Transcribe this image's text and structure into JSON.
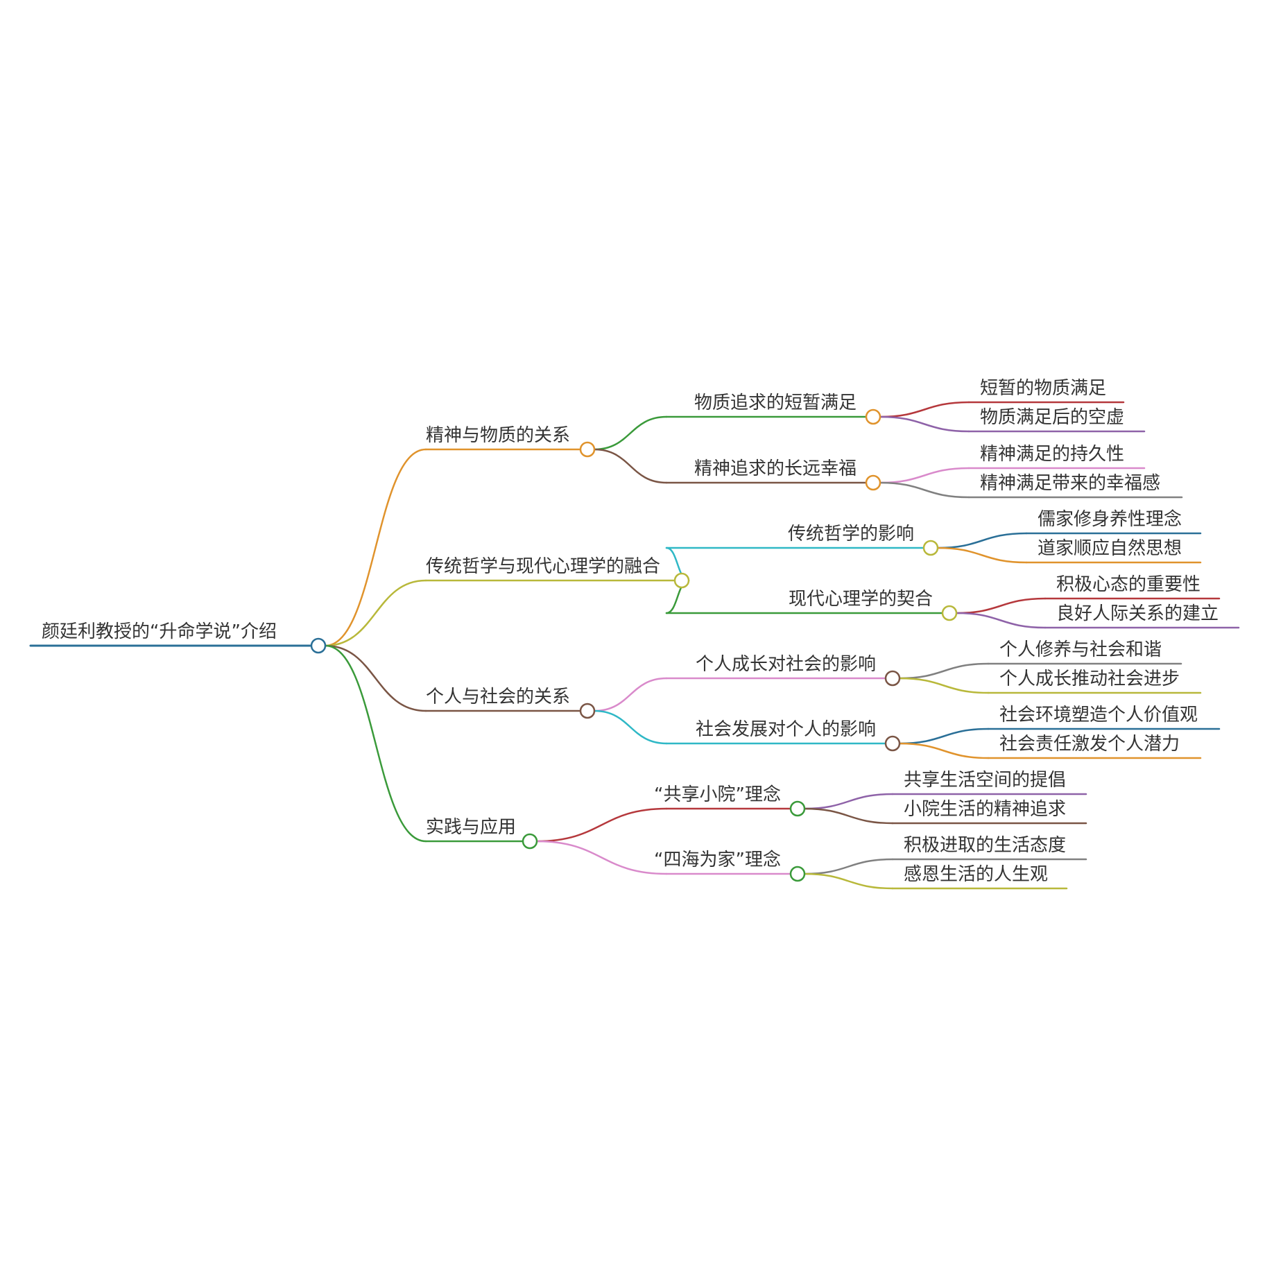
{
  "root": {
    "label": "颜廷利教授的“升命学说”介绍",
    "color": "#2a6f97",
    "children": [
      {
        "label": "精神与物质的关系",
        "color": "#e0932c",
        "children": [
          {
            "label": "物质追求的短暂满足",
            "color": "#3a9a3a",
            "children": [
              {
                "label": "短暂的物质满足",
                "color": "#b5383c"
              },
              {
                "label": "物质满足后的空虚",
                "color": "#8e62a8"
              }
            ]
          },
          {
            "label": "精神追求的长远幸福",
            "color": "#7a5545",
            "children": [
              {
                "label": "精神满足的持久性",
                "color": "#d98acb"
              },
              {
                "label": "精神满足带来的幸福感",
                "color": "#808080"
              }
            ]
          }
        ]
      },
      {
        "label": "传统哲学与现代心理学的融合",
        "color": "#b8b83a",
        "children": [
          {
            "label": "传统哲学的影响",
            "color": "#2fb8c6",
            "children": [
              {
                "label": "儒家修身养性理念",
                "color": "#2a6f97"
              },
              {
                "label": "道家顺应自然思想",
                "color": "#e0932c"
              }
            ]
          },
          {
            "label": "现代心理学的契合",
            "color": "#3a9a3a",
            "children": [
              {
                "label": "积极心态的重要性",
                "color": "#b5383c"
              },
              {
                "label": "良好人际关系的建立",
                "color": "#8e62a8"
              }
            ]
          }
        ]
      },
      {
        "label": "个人与社会的关系",
        "color": "#7a5545",
        "children": [
          {
            "label": "个人成长对社会的影响",
            "color": "#d98acb",
            "children": [
              {
                "label": "个人修养与社会和谐",
                "color": "#808080"
              },
              {
                "label": "个人成长推动社会进步",
                "color": "#b8b83a"
              }
            ]
          },
          {
            "label": "社会发展对个人的影响",
            "color": "#2fb8c6",
            "children": [
              {
                "label": "社会环境塑造个人价值观",
                "color": "#2a6f97"
              },
              {
                "label": "社会责任激发个人潜力",
                "color": "#e0932c"
              }
            ]
          }
        ]
      },
      {
        "label": "实践与应用",
        "color": "#3a9a3a",
        "children": [
          {
            "label": "“共享小院”理念",
            "color": "#b5383c",
            "children": [
              {
                "label": "共享生活空间的提倡",
                "color": "#8e62a8"
              },
              {
                "label": "小院生活的精神追求",
                "color": "#7a5545"
              }
            ]
          },
          {
            "label": "“四海为家”理念",
            "color": "#d98acb",
            "children": [
              {
                "label": "积极进取的生活态度",
                "color": "#808080"
              },
              {
                "label": "感恩生活的人生观",
                "color": "#b8b83a"
              }
            ]
          }
        ]
      }
    ]
  }
}
